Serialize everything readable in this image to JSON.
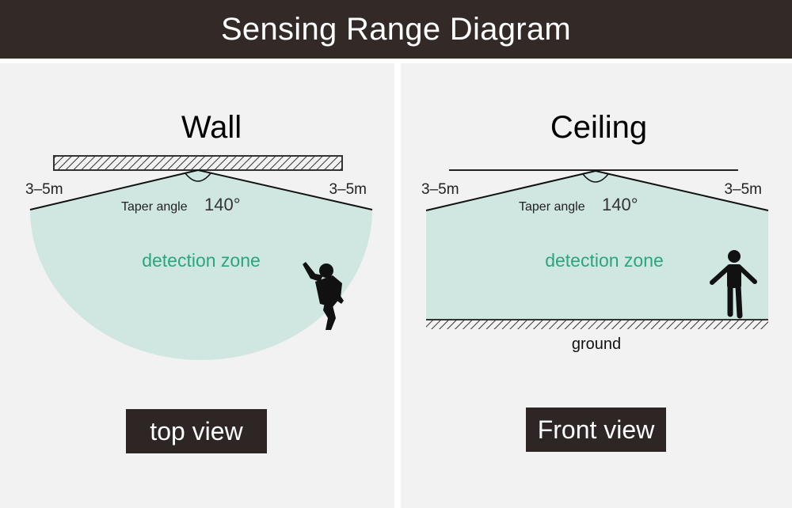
{
  "header": {
    "title": "Sensing Range Diagram"
  },
  "left_panel": {
    "title": "Wall",
    "range_left": "3–5m",
    "range_right": "3–5m",
    "angle_label": "Taper angle",
    "angle_value": "140°",
    "zone_label": "detection zone",
    "view_label": "top view"
  },
  "right_panel": {
    "title": "Ceiling",
    "range_left": "3–5m",
    "range_right": "3–5m",
    "angle_label": "Taper angle",
    "angle_value": "140°",
    "zone_label": "detection zone",
    "ground_label": "ground",
    "view_label": "Front view"
  },
  "colors": {
    "header_bg": "#332a27",
    "zone_fill": "#cfe6e1",
    "zone_text": "#2aa67f",
    "label_bg": "#2d2624"
  },
  "icons": [
    "wall-hatch-icon",
    "ground-hatch-icon",
    "person-climbing-icon",
    "person-standing-icon"
  ]
}
